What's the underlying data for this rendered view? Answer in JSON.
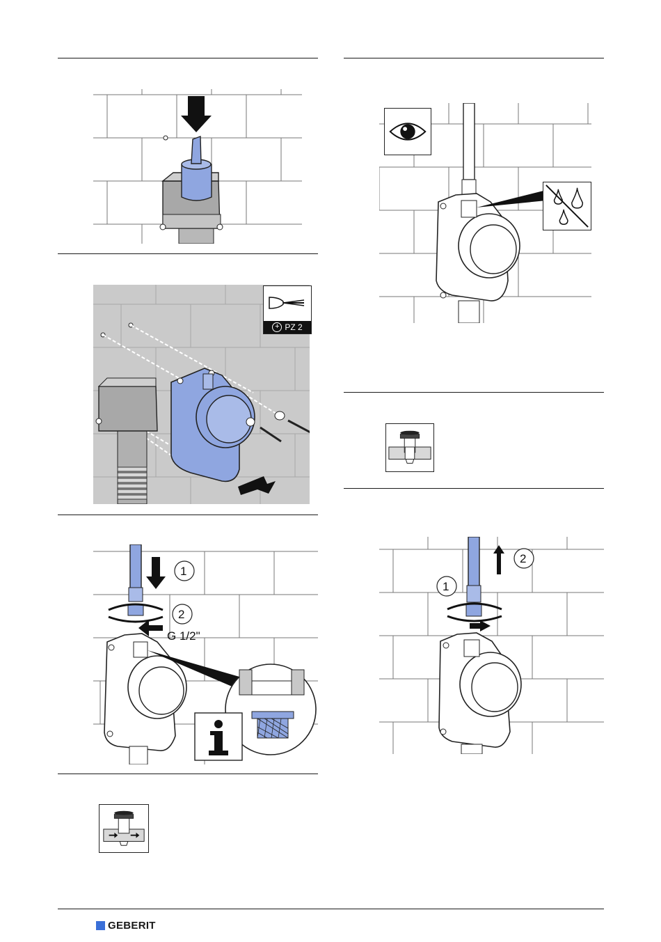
{
  "steps": {
    "step_screwdriver": {
      "tool_size": "PZ 2"
    },
    "step_connect": {
      "callout_1": "1",
      "callout_2": "2",
      "thread_label": "G 1/2\""
    },
    "step_remove": {
      "callout_1": "1",
      "callout_2": "2"
    }
  },
  "icons": {
    "eye": "eye-icon",
    "no_water": "no-drips-icon",
    "valve_closed": "valve-closed-icon",
    "valve_open": "valve-open-icon",
    "info": "info-icon",
    "screwdriver": "screwdriver-icon"
  },
  "colors": {
    "accent_blue": "#8FA6E0",
    "brand_blue": "#3A6FD8"
  },
  "footer": {
    "brand": "GEBERIT"
  }
}
